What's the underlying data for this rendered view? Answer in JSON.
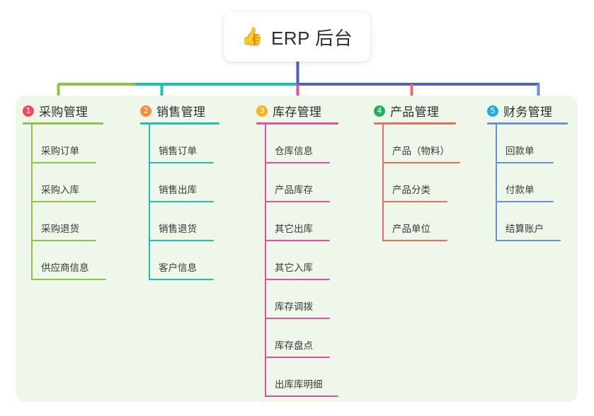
{
  "diagram": {
    "type": "mind-map",
    "root": {
      "icon": "thumbs-up-icon",
      "emoji": "👍",
      "title": "ERP 后台"
    },
    "stem_color": "#4f5fc4",
    "panel_color": "#eef7e9",
    "branches": [
      {
        "number": "1",
        "badge_color": "#f5495e",
        "line_color": "#8cc63f",
        "title": "采购管理",
        "header_bar_width": 114,
        "items": [
          {
            "label": "采购订单",
            "rule_width": 92
          },
          {
            "label": "采购入库",
            "rule_width": 92
          },
          {
            "label": "采购退货",
            "rule_width": 92
          },
          {
            "label": "供应商信息",
            "rule_width": 106
          }
        ]
      },
      {
        "number": "2",
        "badge_color": "#f78a3c",
        "line_color": "#19c3b2",
        "title": "销售管理",
        "header_bar_width": 112,
        "items": [
          {
            "label": "销售订单",
            "rule_width": 92
          },
          {
            "label": "销售出库",
            "rule_width": 92
          },
          {
            "label": "销售退货",
            "rule_width": 92
          },
          {
            "label": "客户信息",
            "rule_width": 92
          }
        ]
      },
      {
        "number": "3",
        "badge_color": "#f6b425",
        "line_color": "#e4509b",
        "title": "库存管理",
        "header_bar_width": 116,
        "items": [
          {
            "label": "仓库信息",
            "rule_width": 92
          },
          {
            "label": "产品库存",
            "rule_width": 92
          },
          {
            "label": "其它出库",
            "rule_width": 92
          },
          {
            "label": "其它入库",
            "rule_width": 92
          },
          {
            "label": "库存调拨",
            "rule_width": 92
          },
          {
            "label": "库存盘点",
            "rule_width": 92
          },
          {
            "label": "出库库明细",
            "rule_width": 104
          }
        ]
      },
      {
        "number": "4",
        "badge_color": "#25b15c",
        "line_color": "#f2695f",
        "title": "产品管理",
        "header_bar_width": 116,
        "items": [
          {
            "label": "产品（物料）",
            "rule_width": 110
          },
          {
            "label": "产品分类",
            "rule_width": 92
          },
          {
            "label": "产品单位",
            "rule_width": 92
          }
        ]
      },
      {
        "number": "5",
        "badge_color": "#28aae1",
        "line_color": "#6a8fdb",
        "title": "财务管理",
        "header_bar_width": 114,
        "items": [
          {
            "label": "回款单",
            "rule_width": 82
          },
          {
            "label": "付款单",
            "rule_width": 82
          },
          {
            "label": "结算账户",
            "rule_width": 92
          }
        ]
      }
    ]
  }
}
